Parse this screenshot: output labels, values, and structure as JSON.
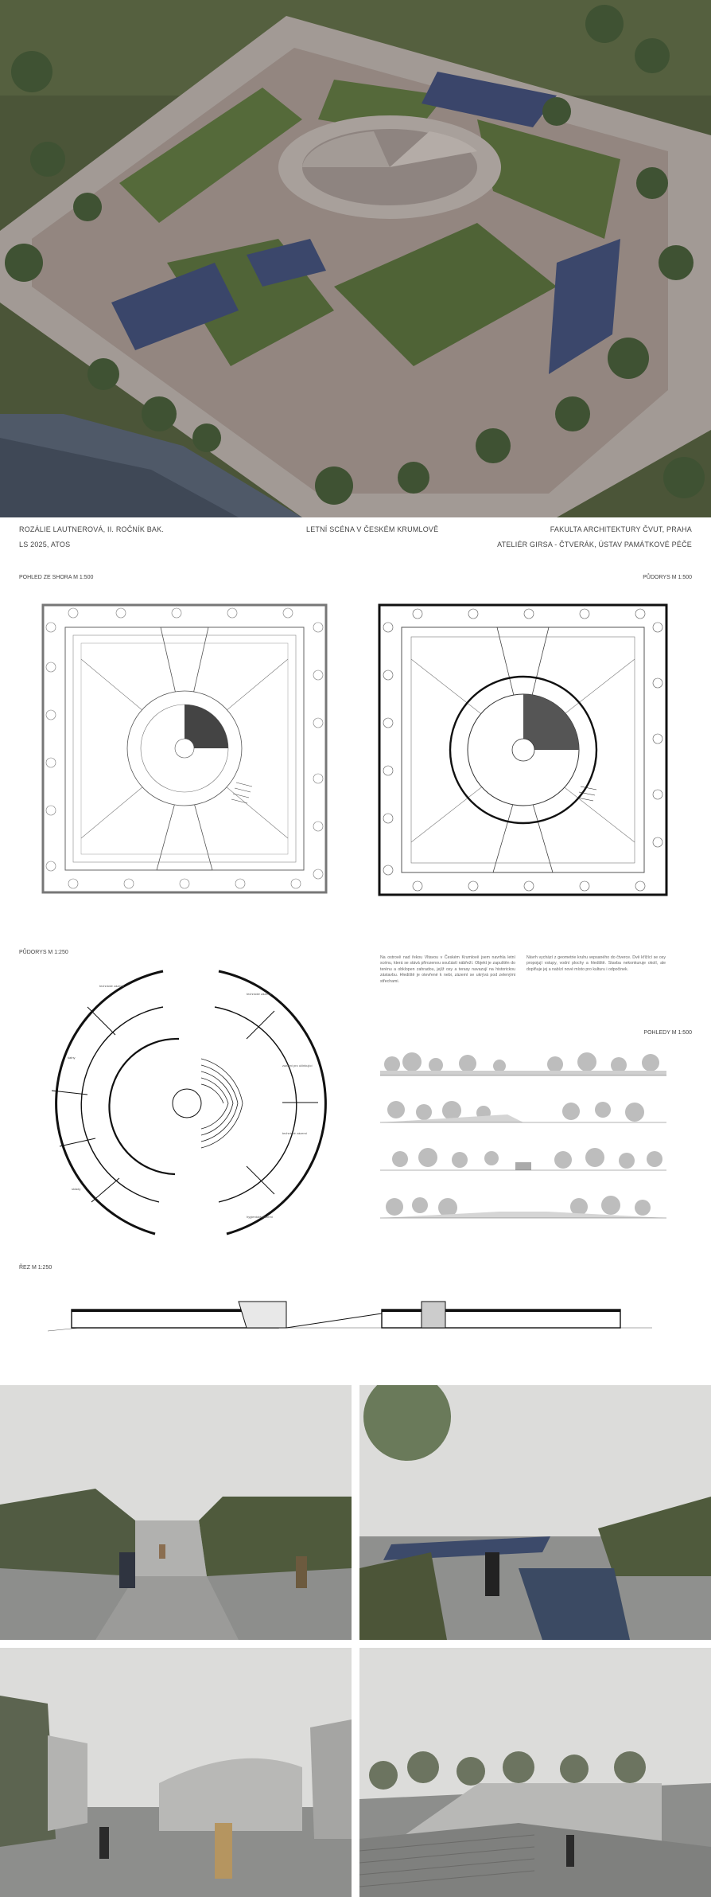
{
  "header": {
    "author": "ROZÁLIE LAUTNEROVÁ, II. ROČNÍK BAK.",
    "term": "LS 2025, ATOS",
    "title": "LETNÍ SCÉNA V ČESKÉM KRUMLOVĚ",
    "faculty": "FAKULTA ARCHITEKTURY ČVUT, PRAHA",
    "studio": "ATELIÉR GIRSA - ČTVERÁK, ÚSTAV PAMÁTKOVÉ PÉČE"
  },
  "labels": {
    "top_view": "POHLED ZE SHORA M 1:500",
    "site_plan": "PŮDORYS M 1:500",
    "floor_plan": "PŮDORYS M 1:250",
    "elevations": "POHLEDY M 1:500",
    "section": "ŘEZ M 1:250"
  },
  "description": {
    "col1": "Na ostrově nad řekou Vltavou v Českém Krumlově jsem navrhla letní scénu, která se stává přirozenou součástí nábřeží. Objekt je zapuštěn do terénu a obklopen zahradou, jejíž osy a terasy navazují na historickou zástavbu. Hlediště je otevřené k nebi, zázemí se ukrývá pod zelenými střechami.",
    "col2": "Návrh vychází z geometrie kruhu vepsaného do čtverce. Dvě křížící se osy propojují vstupy, vodní plochy a hlediště. Stavba nekonkuruje okolí, ale doplňuje jej a nabízí nové místo pro kulturu i odpočinek."
  },
  "plan_labels": {
    "room_1": "technické zázemí",
    "room_2": "šatny",
    "room_3": "sklady",
    "room_4": "technické zázemí",
    "room_5": "zázemí pro účinkující",
    "room_6": "technické zázemí",
    "room_7": "hygienické zázemí"
  },
  "colors": {
    "background": "#ffffff",
    "grass": "#4f5a3c",
    "paving": "#9a8d87",
    "water": "#3c4a6a",
    "sky": "#dcdcda",
    "ground": "#8d8e8c"
  }
}
